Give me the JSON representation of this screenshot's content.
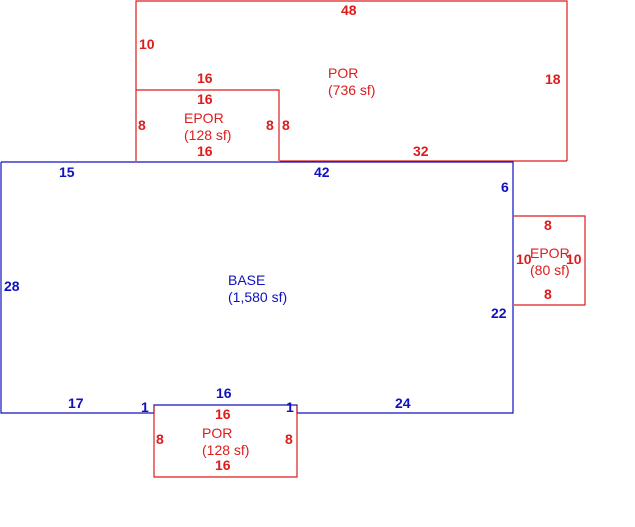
{
  "colors": {
    "base": "#1010c0",
    "porch": "#dd1c1c"
  },
  "areas": {
    "por_top": {
      "name": "POR",
      "size": "(736 sf)"
    },
    "epor_top": {
      "name": "EPOR",
      "size": "(128 sf)"
    },
    "base": {
      "name": "BASE",
      "size": "(1,580 sf)"
    },
    "epor_right": {
      "name": "EPOR",
      "size": "(80 sf)"
    },
    "por_bottom": {
      "name": "POR",
      "size": "(128 sf)"
    }
  },
  "dims": {
    "por_top_top": "48",
    "por_top_left": "10",
    "por_top_right": "18",
    "por_top_bottom": "32",
    "por_top_inner": "16",
    "epor_top_top": "16",
    "epor_top_left": "8",
    "epor_top_right_a": "8",
    "epor_top_right_b": "8",
    "epor_top_bottom": "16",
    "base_top_left": "15",
    "base_top_mid": "42",
    "base_right_top": "6",
    "base_left": "28",
    "base_right_bottom": "22",
    "base_bottom_left": "17",
    "base_bottom_step_left": "1",
    "base_bottom_mid": "16",
    "base_bottom_step_right": "1",
    "base_bottom_right": "24",
    "epor_right_top": "8",
    "epor_right_left": "10",
    "epor_right_right": "10",
    "epor_right_bottom": "8",
    "por_bottom_top": "16",
    "por_bottom_left": "8",
    "por_bottom_right": "8",
    "por_bottom_bottom": "16"
  }
}
